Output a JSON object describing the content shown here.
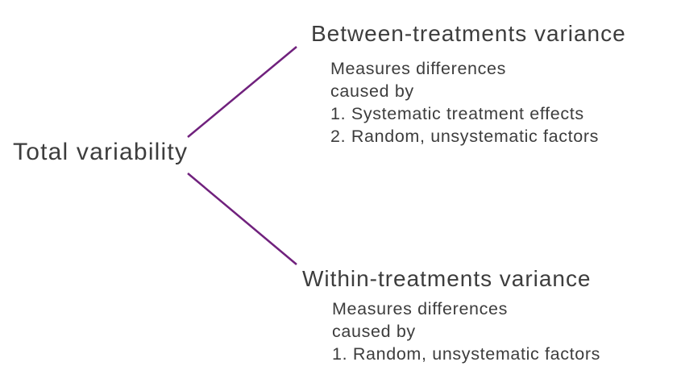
{
  "diagram": {
    "root": {
      "label": "Total variability"
    },
    "branches": [
      {
        "title": "Between-treatments variance",
        "description_lines": [
          "Measures differences",
          "caused by"
        ],
        "items": [
          "1. Systematic treatment effects",
          "2. Random, unsystematic factors"
        ]
      },
      {
        "title": "Within-treatments variance",
        "description_lines": [
          "Measures differences",
          "caused by"
        ],
        "items": [
          "1. Random, unsystematic factors"
        ]
      }
    ],
    "colors": {
      "connector": "#70217d",
      "text": "#3d3d3d",
      "background": "#ffffff"
    }
  }
}
